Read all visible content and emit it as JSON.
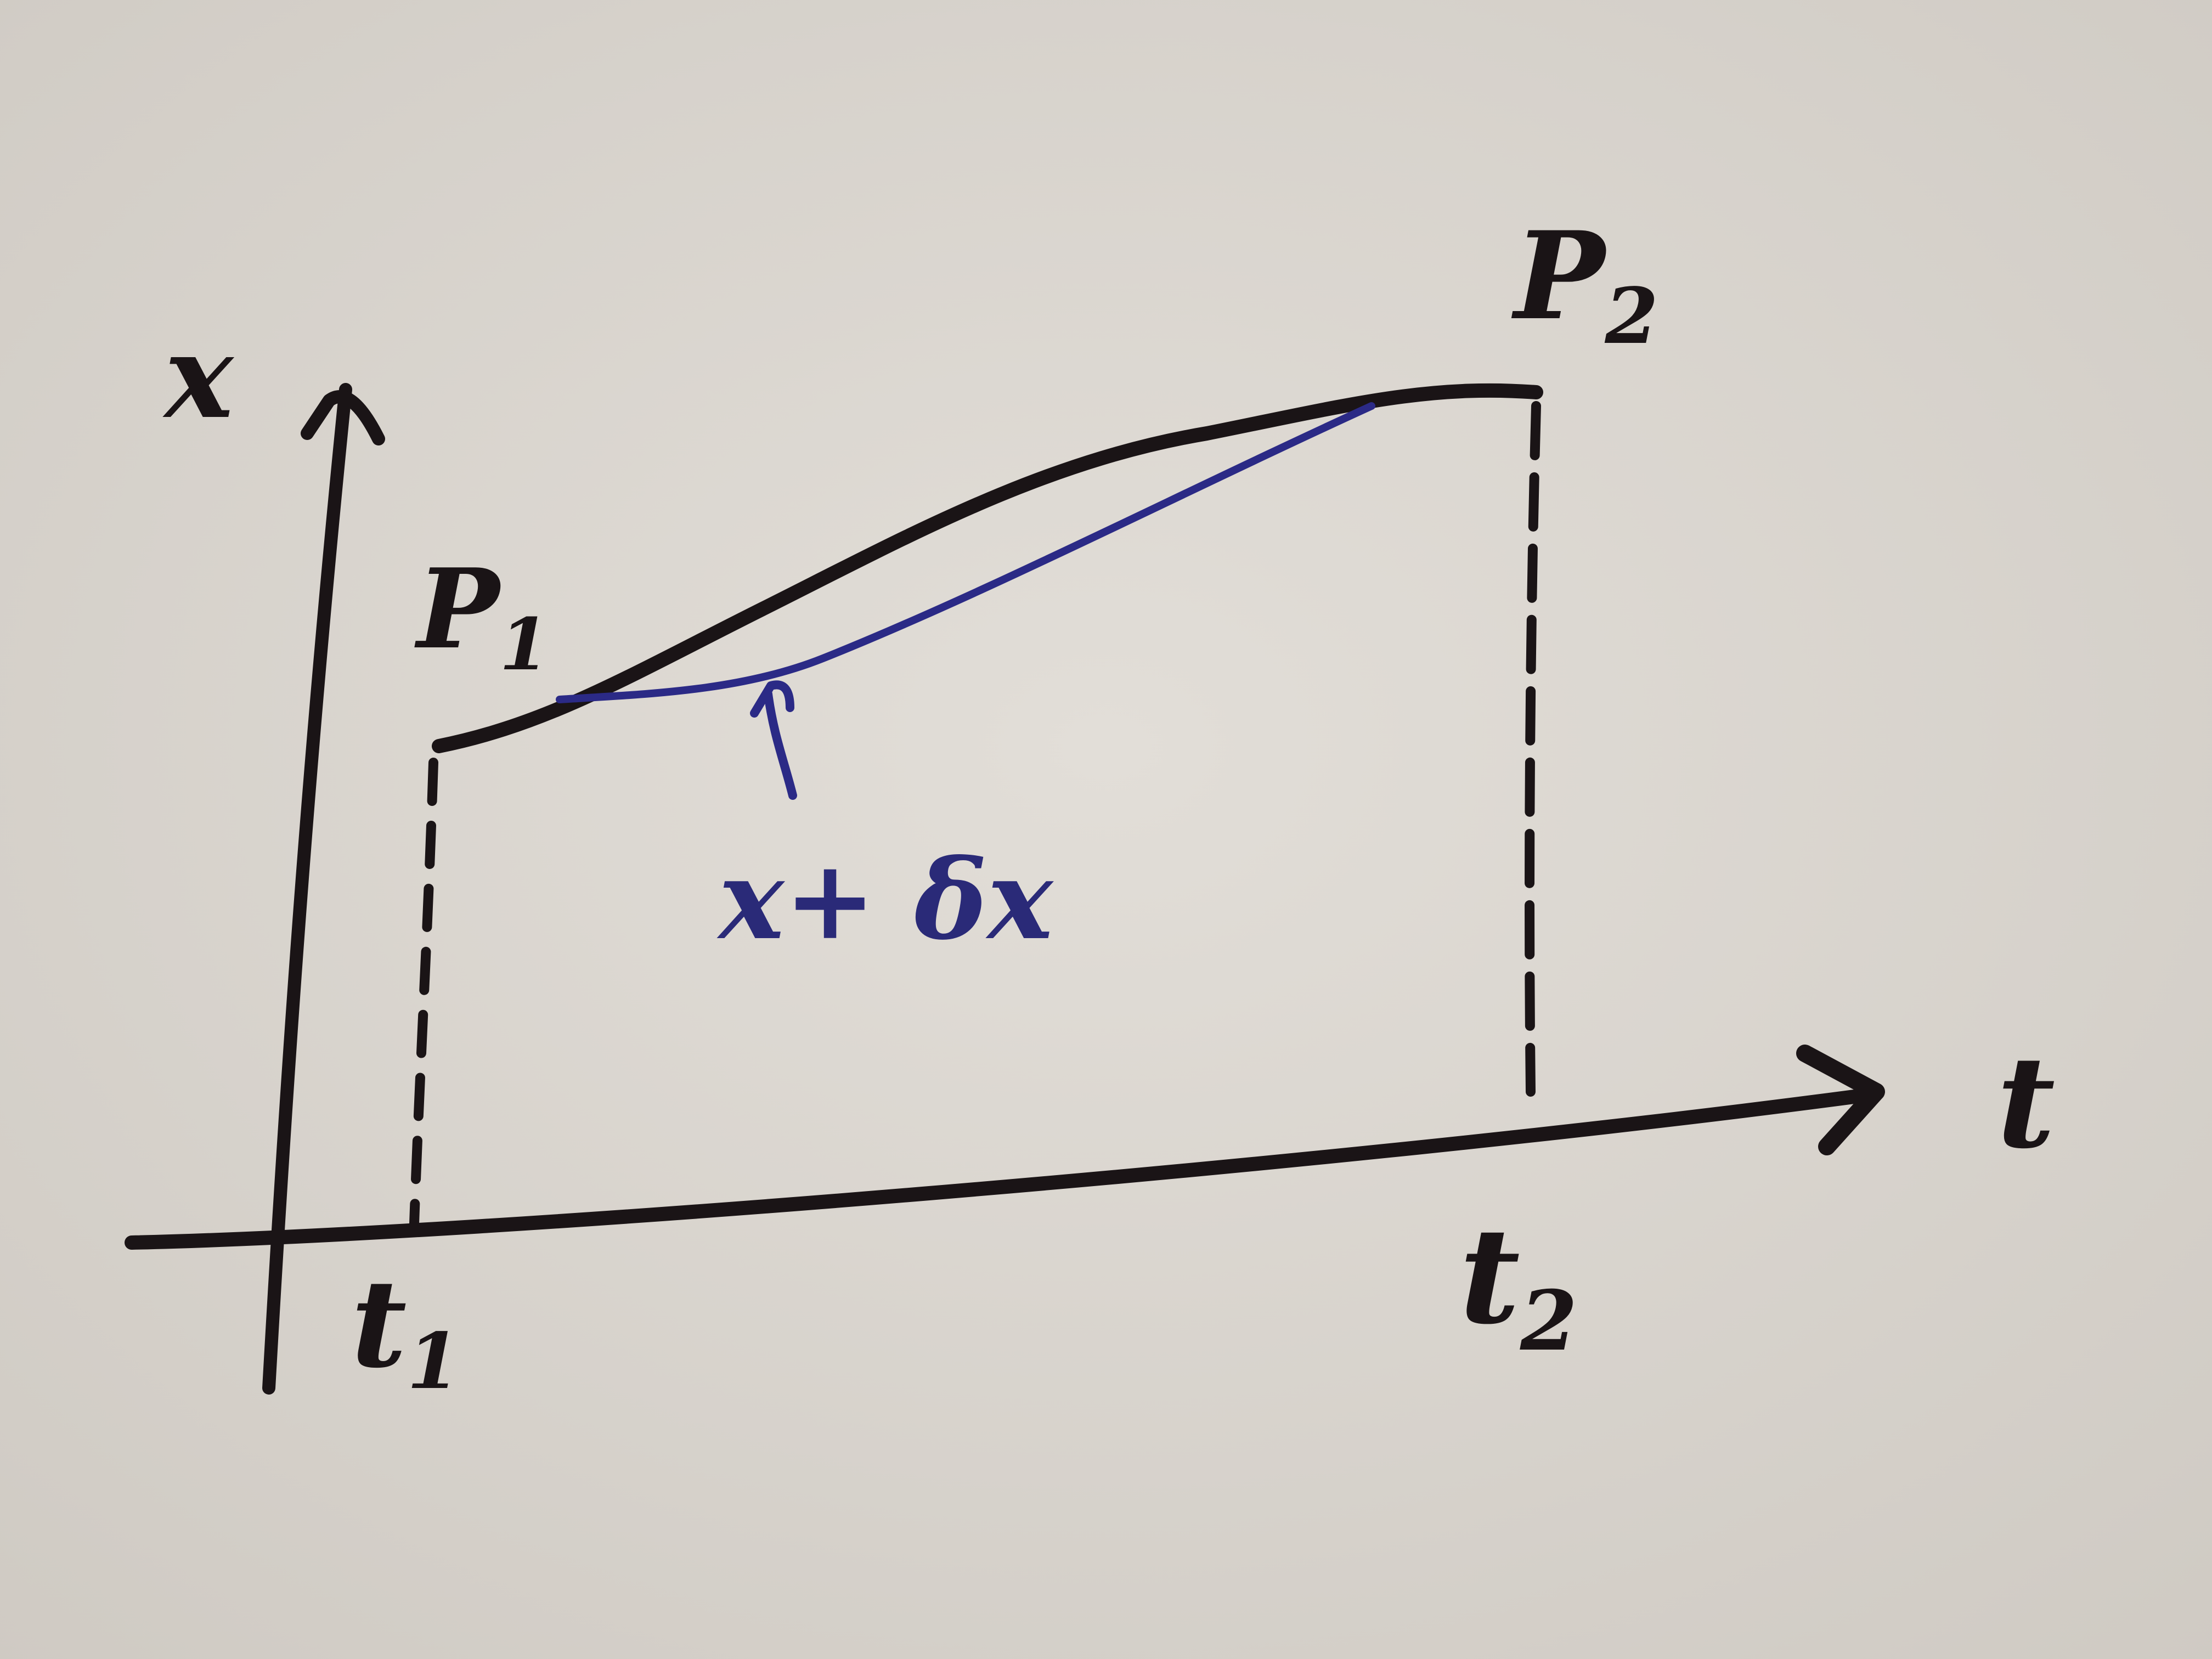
{
  "diagram": {
    "axes": {
      "vertical_label": "x",
      "horizontal_label": "t"
    },
    "points": {
      "start_label": "P",
      "start_subscript": "1",
      "end_label": "P",
      "end_subscript": "2"
    },
    "ticks": {
      "t1_label": "t",
      "t1_subscript": "1",
      "t2_label": "t",
      "t2_subscript": "2"
    },
    "varied_path_label": "x+ δx",
    "colors": {
      "paper": "#dcd8d2",
      "ink": "#1a1416",
      "blue_ink": "#2b2a86"
    }
  }
}
